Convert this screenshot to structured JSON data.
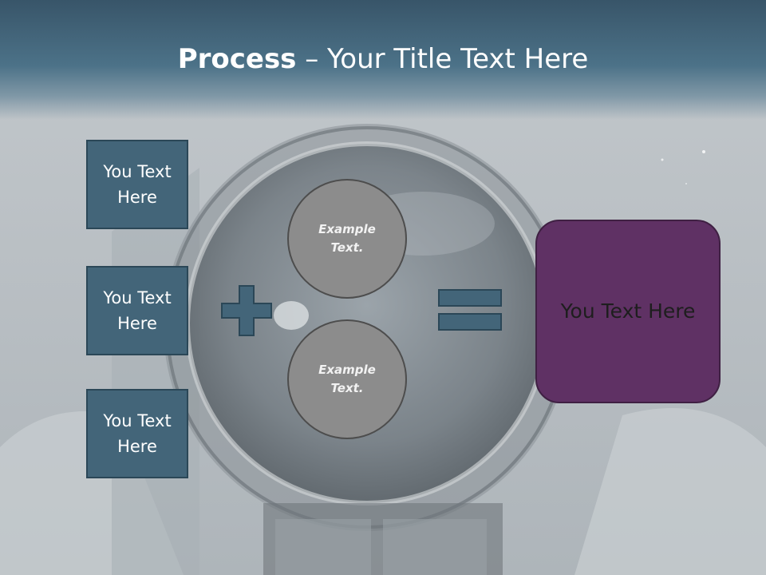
{
  "slide": {
    "title_bold": "Process",
    "title_rest": " – Your Title Text Here"
  },
  "left_boxes": [
    {
      "label": "You Text Here"
    },
    {
      "label": "You Text Here"
    },
    {
      "label": "You Text Here"
    }
  ],
  "circles": [
    {
      "label": "Example Text."
    },
    {
      "label": "Example Text."
    }
  ],
  "result_box": {
    "label": "You Text Here"
  },
  "colors": {
    "header": "#436579",
    "box_fill": "#436579",
    "circle_fill": "#8c8c8c",
    "result_fill": "#5f3164",
    "operator_fill": "#436579"
  },
  "icons": {
    "operator_plus": "plus-sign",
    "operator_equals": "equals-sign",
    "background": "astronaut-photo"
  }
}
